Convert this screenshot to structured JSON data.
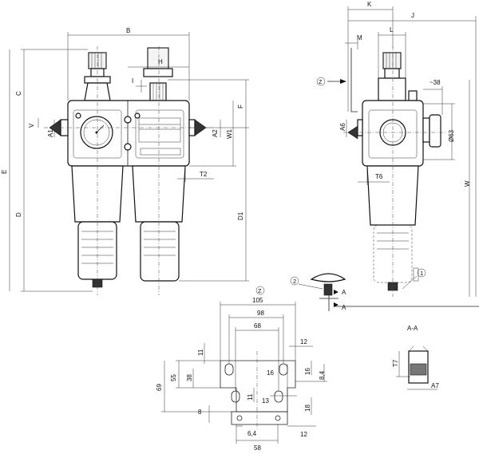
{
  "dimensions": {
    "B": "B",
    "H": "H",
    "I": "I",
    "C": "C",
    "E": "E",
    "D": "D",
    "V": "V",
    "A1": "A1",
    "A2": "A2",
    "W1": "W1",
    "F": "F",
    "T2": "T2",
    "D1": "D1",
    "K": "K",
    "J": "J",
    "M": "M",
    "L": "L",
    "A6": "A6",
    "d38": "~38",
    "d63": "Ø63",
    "T6": "T6",
    "W": "W",
    "Z": "Z",
    "c1": "1",
    "c2": "2",
    "A_top": "A",
    "A_bot": "A"
  },
  "bracket": {
    "Z": "Z",
    "d105": "105",
    "d98": "98",
    "d68": "68",
    "d12a": "12",
    "d11a": "11",
    "d55": "55",
    "d38": "38",
    "d69": "69",
    "d16a": "16",
    "d16b": "16",
    "d8_4": "8,4",
    "d11b": "11",
    "d13": "13",
    "d18": "18",
    "d8": "8",
    "d6_4": "6,4",
    "d12b": "12",
    "d58": "58"
  },
  "section": {
    "title": "A-A",
    "T7": "T7",
    "A7": "A7"
  }
}
